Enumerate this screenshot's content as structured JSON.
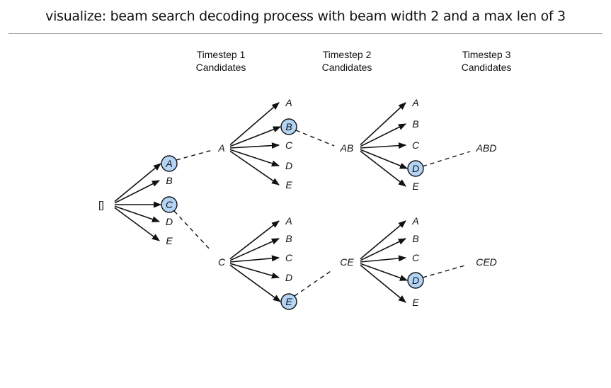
{
  "title": "visualize: beam search decoding process with beam width 2 and a max len of 3",
  "headers": [
    {
      "line1": "Timestep 1",
      "line2": "Candidates"
    },
    {
      "line1": "Timestep 2",
      "line2": "Candidates"
    },
    {
      "line1": "Timestep 3",
      "line2": "Candidates"
    }
  ],
  "colors": {
    "selected_fill": "#b3d4f5",
    "stroke": "#111111"
  },
  "root": {
    "label": "[]"
  },
  "tree": [
    {
      "id": "t1",
      "step": 1,
      "parent": "root",
      "candidates": [
        "A",
        "B",
        "C",
        "D",
        "E"
      ],
      "selected": [
        "A",
        "C"
      ]
    },
    {
      "id": "t2a",
      "step": 2,
      "node": "A",
      "parent_selected": "A",
      "candidates": [
        "A",
        "B",
        "C",
        "D",
        "E"
      ],
      "selected": [
        "B"
      ]
    },
    {
      "id": "t2c",
      "step": 2,
      "node": "C",
      "parent_selected": "C",
      "candidates": [
        "A",
        "B",
        "C",
        "D",
        "E"
      ],
      "selected": [
        "E"
      ]
    },
    {
      "id": "t3ab",
      "step": 3,
      "node": "AB",
      "candidates": [
        "A",
        "B",
        "C",
        "D",
        "E"
      ],
      "selected": [
        "D"
      ]
    },
    {
      "id": "t3ce",
      "step": 3,
      "node": "CE",
      "candidates": [
        "A",
        "B",
        "C",
        "D",
        "E"
      ],
      "selected": [
        "D"
      ]
    }
  ],
  "finals": [
    "ABD",
    "CED"
  ]
}
